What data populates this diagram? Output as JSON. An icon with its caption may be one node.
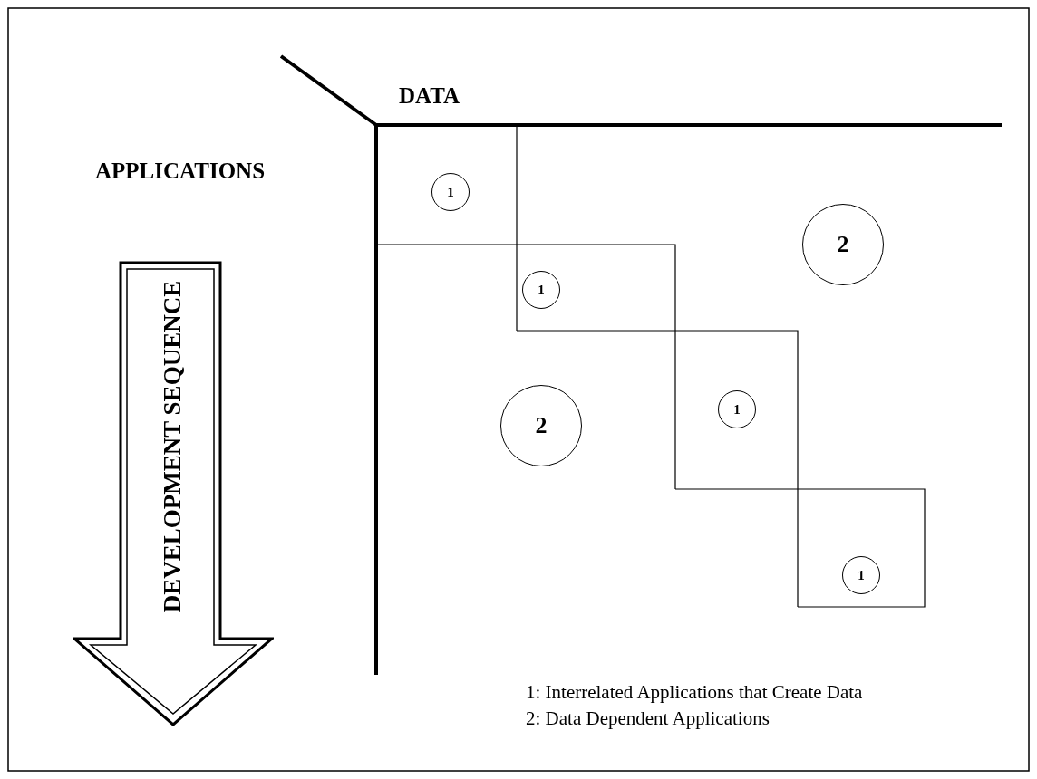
{
  "diagram": {
    "nodes": [
      {
        "text": [
          "1"
        ]
      },
      {
        "text": [
          "2"
        ]
      },
      {
        "text": [
          "DEVELOPMENT SEQUENCE"
        ]
      },
      {
        "text": [
          "1"
        ]
      },
      {
        "text": [
          "1"
        ]
      },
      {
        "text": [
          "2"
        ]
      },
      {
        "text": [
          "1"
        ]
      }
    ],
    "labels": [
      "DATA",
      "APPLICATIONS",
      "1: Interrelated Applications that Create Data",
      "2: Data Dependent Applications"
    ]
  }
}
